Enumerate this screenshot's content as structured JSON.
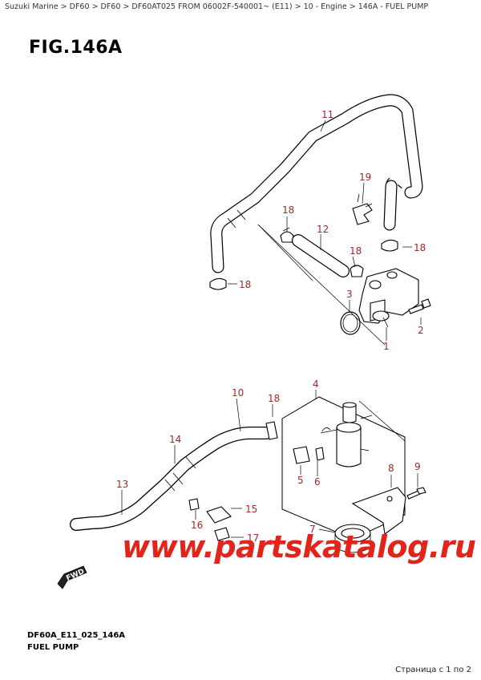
{
  "breadcrumb": "Suzuki Marine > DF60 > DF60 > DF60AT025 FROM 06002F-540001~ (E11) > 10 - Engine > 146A - FUEL PUMP",
  "figure_title": "FIG.146A",
  "callouts": {
    "c11": "11",
    "c19": "19",
    "c18a": "18",
    "c12": "12",
    "c18b": "18",
    "c18c": "18",
    "c18d": "18",
    "c3": "3",
    "c2": "2",
    "c1": "1",
    "c4": "4",
    "c10": "10",
    "c18e": "18",
    "c14": "14",
    "c13": "13",
    "c5": "5",
    "c6": "6",
    "c8": "8",
    "c9": "9",
    "c15": "15",
    "c16": "16",
    "c7": "7",
    "c17": "17"
  },
  "fwd_label": "FWD",
  "watermark": "www.partskatalog.ru",
  "footer": {
    "code": "DF60A_E11_025_146A",
    "subtitle": "FUEL PUMP",
    "page_info": "Страница с 1 по 2"
  },
  "colors": {
    "callout": "#a0282a",
    "watermark": "#e1251b"
  }
}
